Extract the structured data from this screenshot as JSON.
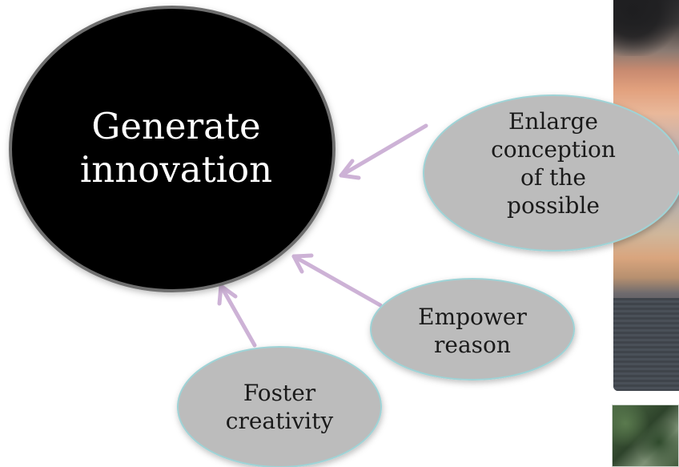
{
  "nodes": {
    "main": {
      "text": "Generate\ninnovation"
    },
    "enlarge": {
      "text": "Enlarge\nconception\nof the\npossible"
    },
    "empower": {
      "text": "Empower\nreason"
    },
    "foster": {
      "text": "Foster\ncreativity"
    }
  },
  "colors": {
    "main_fill": "#000000",
    "main_stroke": "#6e6e6e",
    "bubble_fill": "#bcbcbc",
    "bubble_stroke": "#9fd3d6",
    "arrow": "#cdb2d6"
  }
}
